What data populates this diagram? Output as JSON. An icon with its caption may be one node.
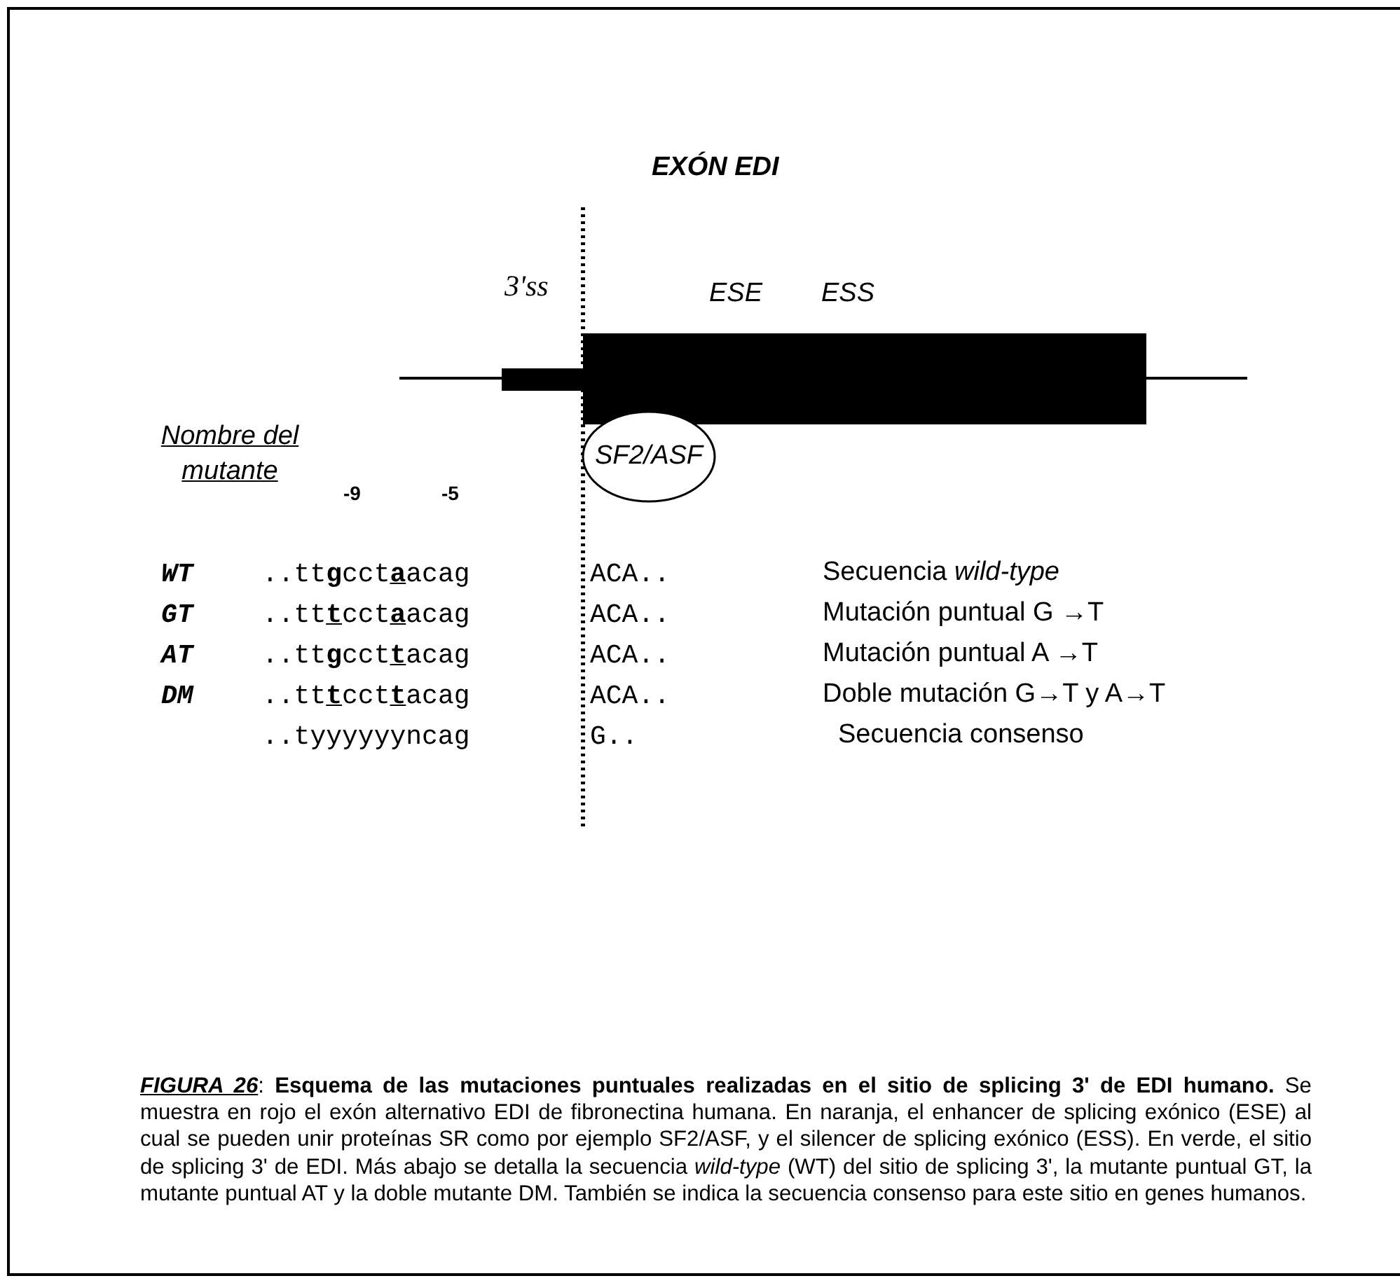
{
  "diagram": {
    "caption": "**FIGURA 26**: **Esquema de las mutaciones puntuales realizadas en el sitio de splicing 3' de EDI humano.** Se muestra en rojo el exón alternativo EDI de fibronectina humana. En naranja, el enhancer de splicing exónico (ESE) al cual se pueden unir proteínas SR como por ejemplo SF2/ASF, y el silencer de splicing exónico (ESS). En verde, el sitio de splicing 3' de EDI. Más abajo se detalla la secuencia *wild-type* (WT) del sitio de splicing 3', la mutante puntual GT, la mutante puntual AT y la doble mutante DM. También se indica la secuencia consenso para este sitio en genes humanos.",
    "nodes": [
      {
        "text": [
          "SF2/ASF"
        ]
      }
    ],
    "labels": [
      "EXÓN EDI",
      "3'ss",
      "ESE",
      "ESS",
      "Nombre del mutante",
      "-9",
      "-5",
      "WT",
      "..tt**g**cct**a**acag",
      "ACA..",
      "Secuencia *wild-type*",
      "GT",
      "..tt**t**cct**a**acag",
      "ACA..",
      "Mutación puntual G →T",
      "AT",
      "..tt**g**cct**t**acag",
      "ACA..",
      "Mutación puntual A →T",
      "DM",
      "..tt**t**cct**t**acag",
      "ACA..",
      "Doble mutación G→T y A→T",
      "..tyyyyyyncag",
      "G..",
      "Secuencia consenso"
    ]
  }
}
